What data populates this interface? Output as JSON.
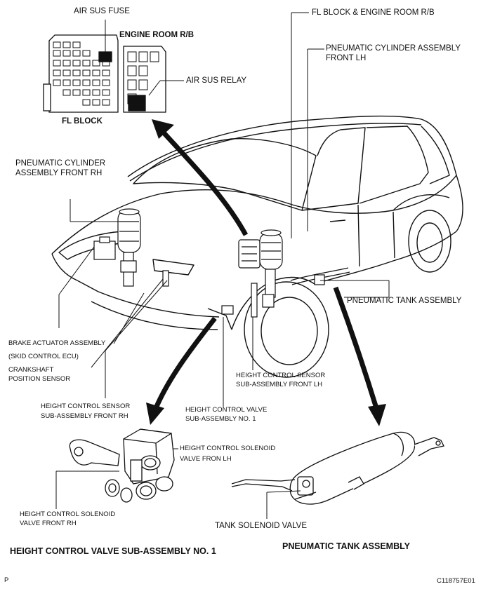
{
  "labels": {
    "air_sus_fuse": "AIR SUS FUSE",
    "engine_room_rb": "ENGINE ROOM R/B",
    "fl_block_and_engine_room_rb": "FL BLOCK & ENGINE ROOM R/B",
    "pneumatic_cylinder_front_lh_1": "PNEUMATIC CYLINDER ASSEMBLY",
    "pneumatic_cylinder_front_lh_2": "FRONT LH",
    "air_sus_relay": "AIR SUS RELAY",
    "fl_block": "FL BLOCK",
    "pneumatic_cylinder_front_rh_1": "PNEUMATIC CYLINDER",
    "pneumatic_cylinder_front_rh_2": "ASSEMBLY FRONT RH",
    "pneumatic_tank_assembly": "PNEUMATIC TANK ASSEMBLY",
    "brake_actuator_assembly": "BRAKE ACTUATOR ASSEMBLY",
    "skid_control_ecu": "(SKID CONTROL ECU)",
    "crankshaft_sensor_1": "CRANKSHAFT",
    "crankshaft_sensor_2": "POSITION SENSOR",
    "height_sensor_front_lh_1": "HEIGHT CONTROL SENSOR",
    "height_sensor_front_lh_2": "SUB-ASSEMBLY FRONT LH",
    "height_sensor_front_rh_1": "HEIGHT CONTROL SENSOR",
    "height_sensor_front_rh_2": "SUB-ASSEMBLY FRONT RH",
    "height_valve_1": "HEIGHT CONTROL VALVE",
    "height_valve_2": "SUB-ASSEMBLY NO. 1",
    "solenoid_front_lh_1": "HEIGHT CONTROL SOLENOID",
    "solenoid_front_lh_2": "VALVE FRON LH",
    "solenoid_front_rh_1": "HEIGHT CONTROL SOLENOID",
    "solenoid_front_rh_2": "VALVE FRONT RH",
    "tank_solenoid_valve": "TANK SOLENOID VALVE",
    "title_height_valve": "HEIGHT CONTROL VALVE SUB-ASSEMBLY NO. 1",
    "title_pneumatic_tank": "PNEUMATIC TANK ASSEMBLY",
    "corner_p": "P",
    "figure_code": "C118757E01"
  }
}
